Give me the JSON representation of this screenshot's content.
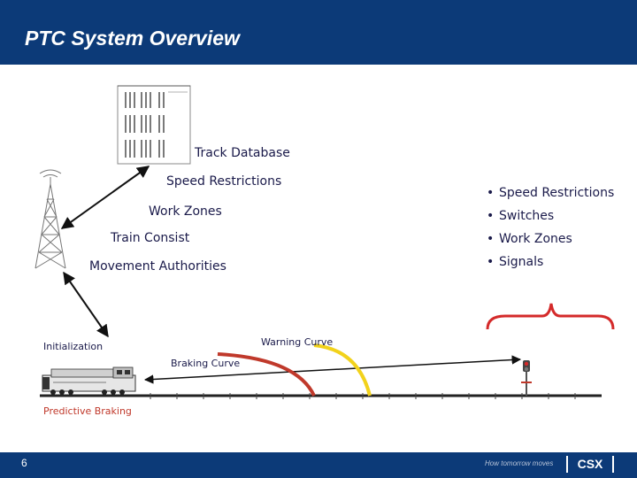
{
  "title": "PTC System Overview",
  "page_number": "6",
  "footer": {
    "tagline": "How tomorrow moves",
    "logo": "CSX"
  },
  "labels": {
    "track_database": "Track Database",
    "speed_restrictions": "Speed Restrictions",
    "work_zones": "Work Zones",
    "train_consist": "Train Consist",
    "movement_authorities": "Movement Authorities",
    "initialization": "Initialization",
    "warning_curve": "Warning Curve",
    "braking_curve": "Braking Curve",
    "predictive_braking": "Predictive Braking"
  },
  "bullets": [
    "Speed Restrictions",
    "Switches",
    "Work Zones",
    "Signals"
  ],
  "colors": {
    "header": "#0c3a78",
    "warning_curve": "#f2d21b",
    "braking_curve": "#c0392b",
    "track": "#222222"
  }
}
